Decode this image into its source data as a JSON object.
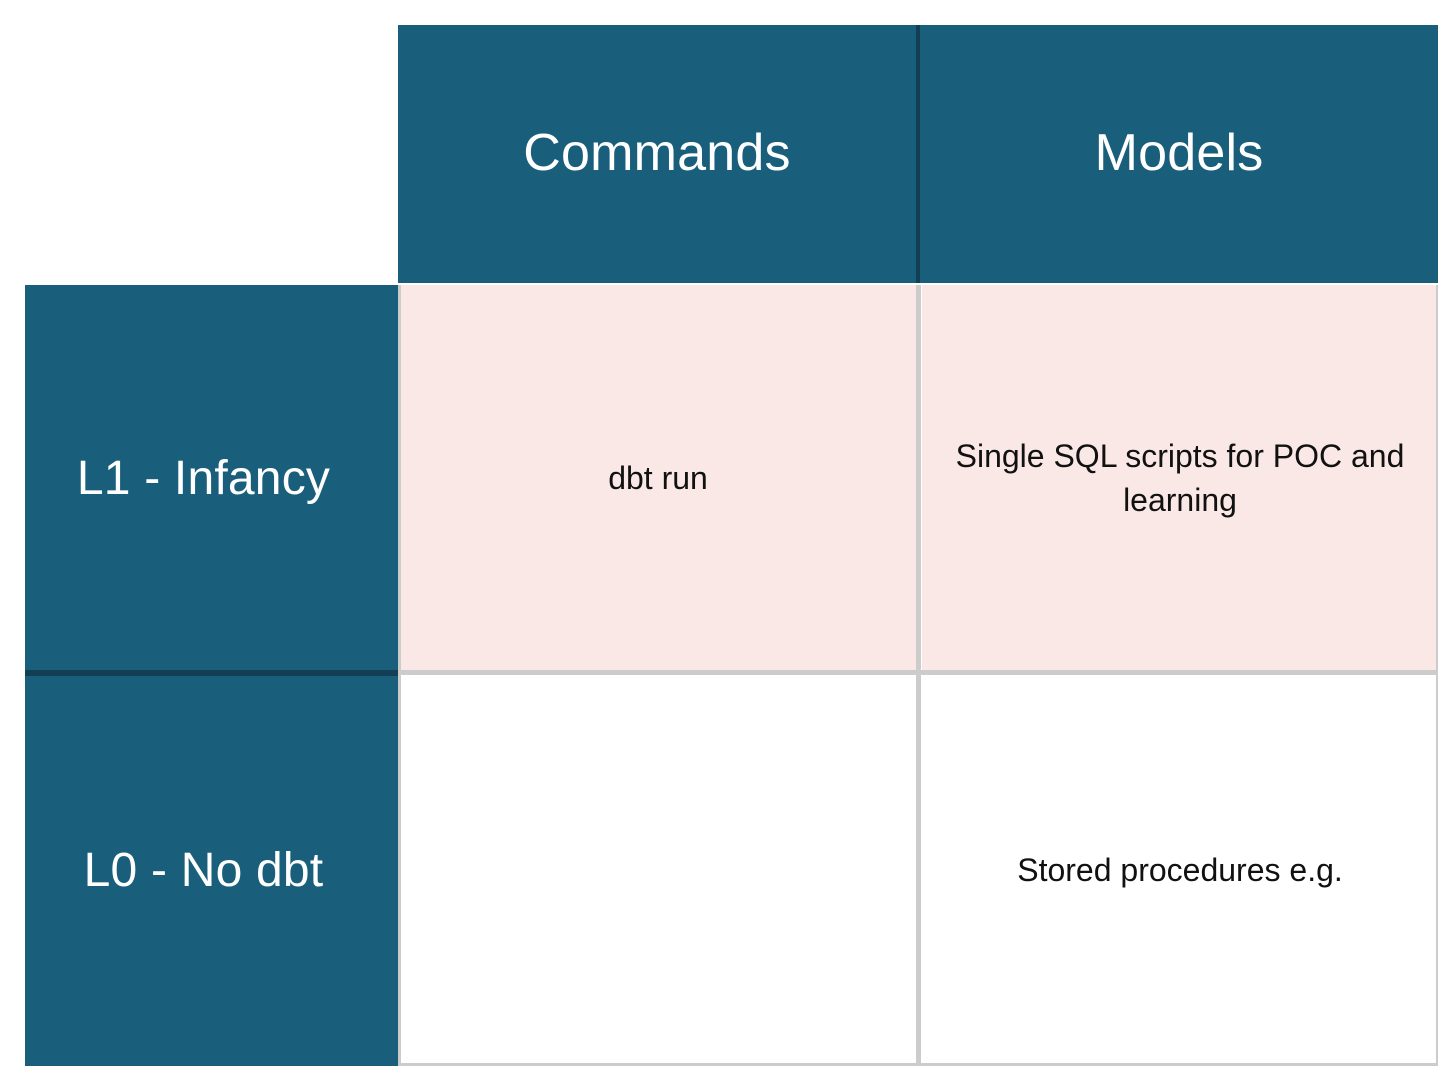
{
  "matrix": {
    "colors": {
      "header_teal": "#195F7C",
      "header_divider": "#123F53",
      "row_highlight_pink": "#FAE8E6",
      "cell_background": "#FFFFFF",
      "gridline_gray": "#CCCCCC",
      "header_text": "#FFFFFF",
      "cell_text": "#111111"
    },
    "corner_label": "",
    "column_headers": [
      {
        "id": "commands",
        "label": "Commands"
      },
      {
        "id": "models",
        "label": "Models"
      }
    ],
    "rows": [
      {
        "id": "l1-infancy",
        "header": "L1 - Infancy",
        "cells": [
          {
            "column": "commands",
            "text": "dbt run"
          },
          {
            "column": "models",
            "text": "Single SQL scripts for POC and learning"
          }
        ]
      },
      {
        "id": "l0-no-dbt",
        "header": "L0 - No dbt",
        "cells": [
          {
            "column": "commands",
            "text": ""
          },
          {
            "column": "models",
            "text": "Stored procedures e.g."
          }
        ]
      }
    ]
  }
}
